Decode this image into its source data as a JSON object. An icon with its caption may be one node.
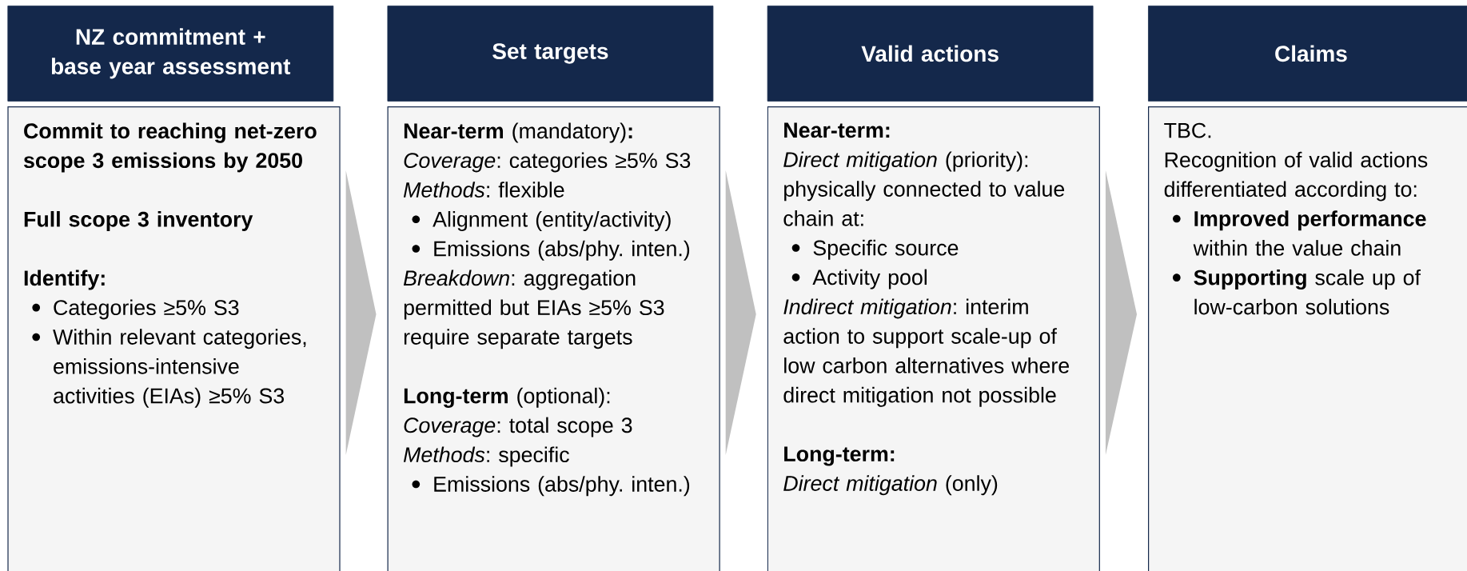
{
  "diagram": {
    "nodes": [
      {
        "text": [
          "NZ commitment + base year assessment"
        ]
      },
      {
        "text": [
          "Commit to reaching net-zero scope 3 emissions by 2050",
          "Full scope 3 inventory",
          "Identify:",
          "Categories ≥5% S3",
          "Within relevant categories, emissions-intensive activities (EIAs) ≥5% S3"
        ]
      },
      {
        "text": [
          "Set targets"
        ]
      },
      {
        "text": [
          "**Near-term** (mandatory)**:**",
          "*Coverage*: categories ≥5% S3",
          "*Methods*: flexible",
          "Alignment (entity/activity)",
          "Emissions (abs/phy. inten.)",
          "*Breakdown*: aggregation permitted but EIAs ≥5% S3 require separate targets",
          "**Long-term** (optional):",
          "*Coverage*: total scope 3",
          "*Methods*: specific",
          "Emissions (abs/phy. inten.)"
        ]
      },
      {
        "text": [
          "Valid actions"
        ]
      },
      {
        "text": [
          "Near-term:",
          "*Direct mitigation* (priority): physically connected to value chain at:",
          "Specific source",
          "Activity pool",
          "*Indirect mitigation*: interim action to support scale-up of low carbon alternatives where direct mitigation not possible",
          "Long-term:",
          "*Direct mitigation* (only)"
        ]
      },
      {
        "text": [
          "Claims"
        ]
      },
      {
        "text": [
          "TBC.",
          "Recognition of valid actions differentiated according to:",
          "**Improved performance** within the value chain",
          "**Supporting** scale up of low-carbon solutions"
        ]
      }
    ],
    "edges": [
      {
        "from": 1,
        "to": 3,
        "arrow": "to"
      },
      {
        "from": 3,
        "to": 5,
        "arrow": "to"
      },
      {
        "from": 5,
        "to": 7,
        "arrow": "to"
      }
    ]
  }
}
